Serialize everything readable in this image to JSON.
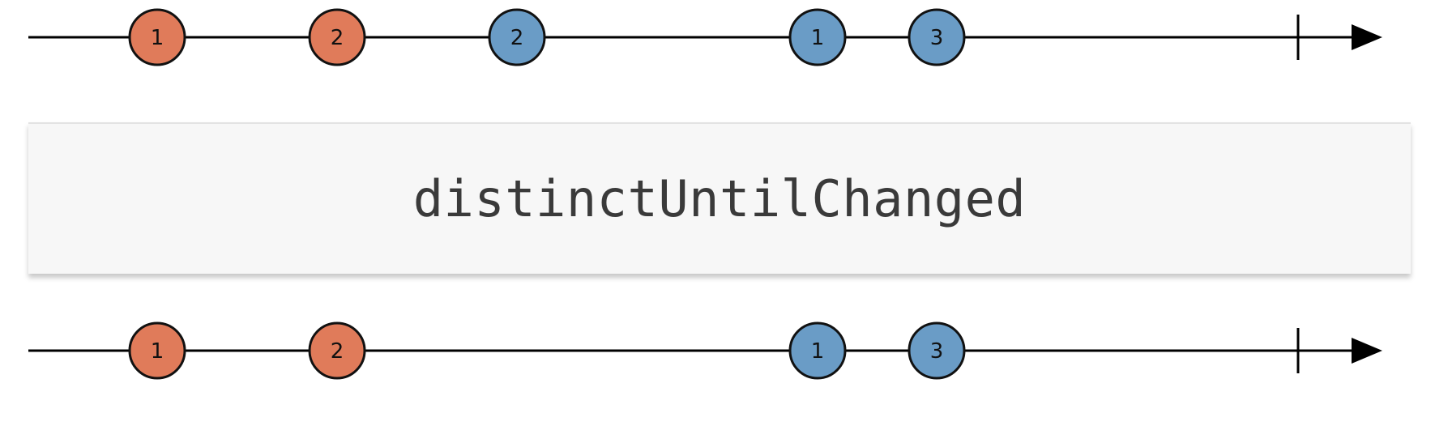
{
  "operator": {
    "name": "distinctUntilChanged"
  },
  "colors": {
    "marble_red": "#e07b5a",
    "marble_blue": "#6a9cc6",
    "line": "#000000",
    "operator_bg": "#f7f7f7"
  },
  "input_stream": {
    "events": [
      {
        "label": "1",
        "color": "red"
      },
      {
        "label": "2",
        "color": "red"
      },
      {
        "label": "2",
        "color": "blue"
      },
      {
        "label": "1",
        "color": "blue"
      },
      {
        "label": "3",
        "color": "blue"
      }
    ],
    "completes": true
  },
  "output_stream": {
    "events": [
      {
        "label": "1",
        "color": "red"
      },
      {
        "label": "2",
        "color": "red"
      },
      {
        "label": "1",
        "color": "blue"
      },
      {
        "label": "3",
        "color": "blue"
      }
    ],
    "completes": true
  }
}
